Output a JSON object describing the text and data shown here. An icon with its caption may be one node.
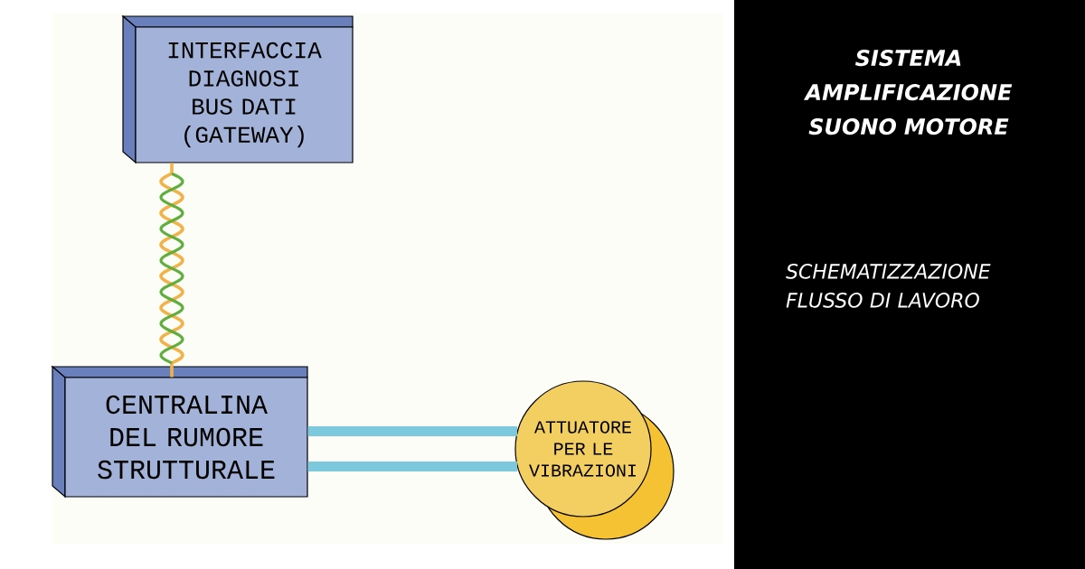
{
  "diagram": {
    "title": "SISTEMA AMPLIFICAZIONE SUONO MOTORE",
    "nodes": [
      {
        "text": [
          "INTERFACCIA DIAGNOSI BUS DATI (GATEWAY)"
        ]
      },
      {
        "text": [
          "CENTRALINA DEL RUMORE STRUTTURALE"
        ]
      },
      {
        "text": [
          "ATTUATORE PER LE VIBRAZIONI"
        ]
      }
    ],
    "edges": [
      {
        "from": 0,
        "to": 1,
        "arrow": "none",
        "color": "#f2b24a"
      },
      {
        "from": 1,
        "to": 2,
        "arrow": "none",
        "color": "#7cc8dc"
      },
      {
        "from": 1,
        "to": 2,
        "arrow": "none",
        "color": "#7cc8dc"
      }
    ],
    "labels": [
      "SCHEMATIZZAZIONE FLUSSO DI LAVORO"
    ]
  }
}
